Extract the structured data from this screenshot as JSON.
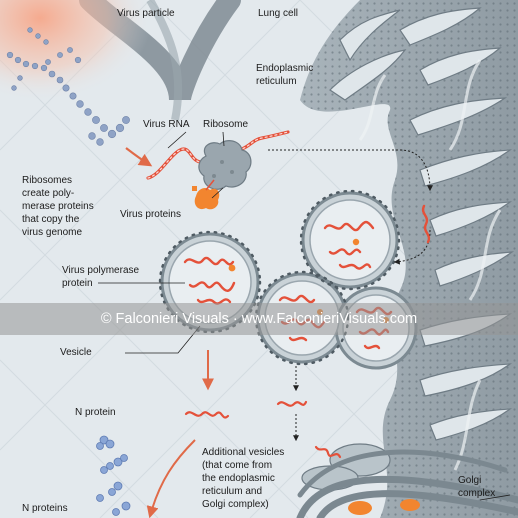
{
  "labels": {
    "virus_particle": "Virus particle",
    "lung_cell": "Lung cell",
    "endoplasmic_reticulum": "Endoplasmic\nreticulum",
    "virus_rna": "Virus RNA",
    "ribosome": "Ribosome",
    "ribosomes_note": "Ribosomes\ncreate poly-\nmerase proteins\nthat copy the\nvirus genome",
    "virus_proteins": "Virus proteins",
    "virus_polymerase": "Virus polymerase\nprotein",
    "vesicle": "Vesicle",
    "n_protein": "N protein",
    "additional_vesicles": "Additional vesicles\n(that come from\nthe endoplasmic\nreticulum and\nGolgi complex)",
    "golgi_complex": "Golgi\ncomplex",
    "n_proteins": "N proteins"
  },
  "watermark": "© Falconieri Visuals · www.FalconieriVisuals.com",
  "colors": {
    "background": "#e3e9ed",
    "membrane": "#8e9aa2",
    "rna": "#e4513a",
    "protein_orange": "#f2852f",
    "n_protein_blue": "#8aa6d6",
    "virus_glow": "#f6a78a"
  }
}
